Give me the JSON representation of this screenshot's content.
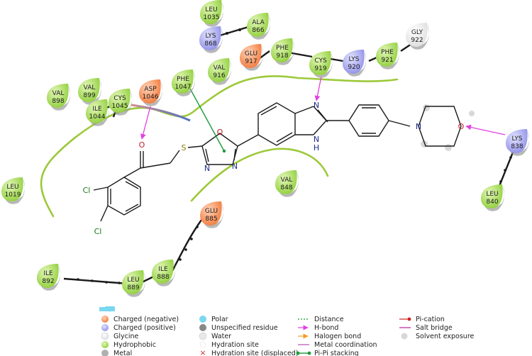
{
  "residues": [
    {
      "id": "leu1035",
      "name": "LEU",
      "num": "1035",
      "type": "hydrophobic"
    },
    {
      "id": "ala866",
      "name": "ALA",
      "num": "866",
      "type": "hydrophobic"
    },
    {
      "id": "lys868",
      "name": "LYS",
      "num": "868",
      "type": "positive"
    },
    {
      "id": "glu917",
      "name": "GLU",
      "num": "917",
      "type": "negative"
    },
    {
      "id": "phe918",
      "name": "PHE",
      "num": "918",
      "type": "hydrophobic"
    },
    {
      "id": "val916",
      "name": "VAL",
      "num": "916",
      "type": "hydrophobic"
    },
    {
      "id": "cys919",
      "name": "CYS",
      "num": "919",
      "type": "hydrophobic"
    },
    {
      "id": "lys920",
      "name": "LYS",
      "num": "920",
      "type": "positive"
    },
    {
      "id": "phe921",
      "name": "PHE",
      "num": "921",
      "type": "hydrophobic"
    },
    {
      "id": "gly922",
      "name": "GLY",
      "num": "922",
      "type": "glycine"
    },
    {
      "id": "val898",
      "name": "VAL",
      "num": "898",
      "type": "hydrophobic"
    },
    {
      "id": "val899",
      "name": "VAL",
      "num": "899",
      "type": "hydrophobic"
    },
    {
      "id": "cys1045",
      "name": "CYS",
      "num": "1045",
      "type": "hydrophobic"
    },
    {
      "id": "asp1046",
      "name": "ASP",
      "num": "1046",
      "type": "negative"
    },
    {
      "id": "phe1047",
      "name": "PHE",
      "num": "1047",
      "type": "hydrophobic"
    },
    {
      "id": "ile1044",
      "name": "ILE",
      "num": "1044",
      "type": "hydrophobic"
    },
    {
      "id": "leu1019",
      "name": "LEU",
      "num": "1019",
      "type": "hydrophobic"
    },
    {
      "id": "val848",
      "name": "VAL",
      "num": "848",
      "type": "hydrophobic"
    },
    {
      "id": "glu885",
      "name": "GLU",
      "num": "885",
      "type": "negative"
    },
    {
      "id": "ile892",
      "name": "ILE",
      "num": "892",
      "type": "hydrophobic"
    },
    {
      "id": "leu889",
      "name": "LEU",
      "num": "889",
      "type": "hydrophobic"
    },
    {
      "id": "ile888",
      "name": "ILE",
      "num": "888",
      "type": "hydrophobic"
    },
    {
      "id": "lys838",
      "name": "LYS",
      "num": "838",
      "type": "positive"
    },
    {
      "id": "leu840",
      "name": "LEU",
      "num": "840",
      "type": "hydrophobic"
    }
  ],
  "atoms": {
    "n1": "N",
    "n2": "N",
    "nh": "H",
    "n3": "N",
    "n4": "N",
    "n5": "N",
    "o_ring": "O",
    "o_keto": "O",
    "o_morph": "O",
    "s": "S",
    "cl1": "Cl",
    "cl2": "Cl"
  },
  "legend": {
    "col1": [
      "Charged (negative)",
      "Charged (positive)",
      "Glycine",
      "Hydrophobic",
      "Metal"
    ],
    "col2": [
      "Polar",
      "Unspecified residue",
      "Water",
      "Hydration site",
      "Hydration site (displaced)"
    ],
    "col3": [
      "Distance",
      "H-bond",
      "Halogen bond",
      "Metal coordination",
      "Pi-Pi stacking"
    ],
    "col4": [
      "Pi-cation",
      "Salt bridge",
      "Solvent exposure"
    ]
  },
  "colors": {
    "hydrophobic": "#8fcf3a",
    "negative": "#f2793a",
    "positive": "#8f8fe8",
    "glycine": "#ececec",
    "polar": "#7ad7f0",
    "hbond": "#e040e0",
    "pipi": "#1a9a3a",
    "pocket": "#9cc93a",
    "bond": "#1a1a1a"
  }
}
